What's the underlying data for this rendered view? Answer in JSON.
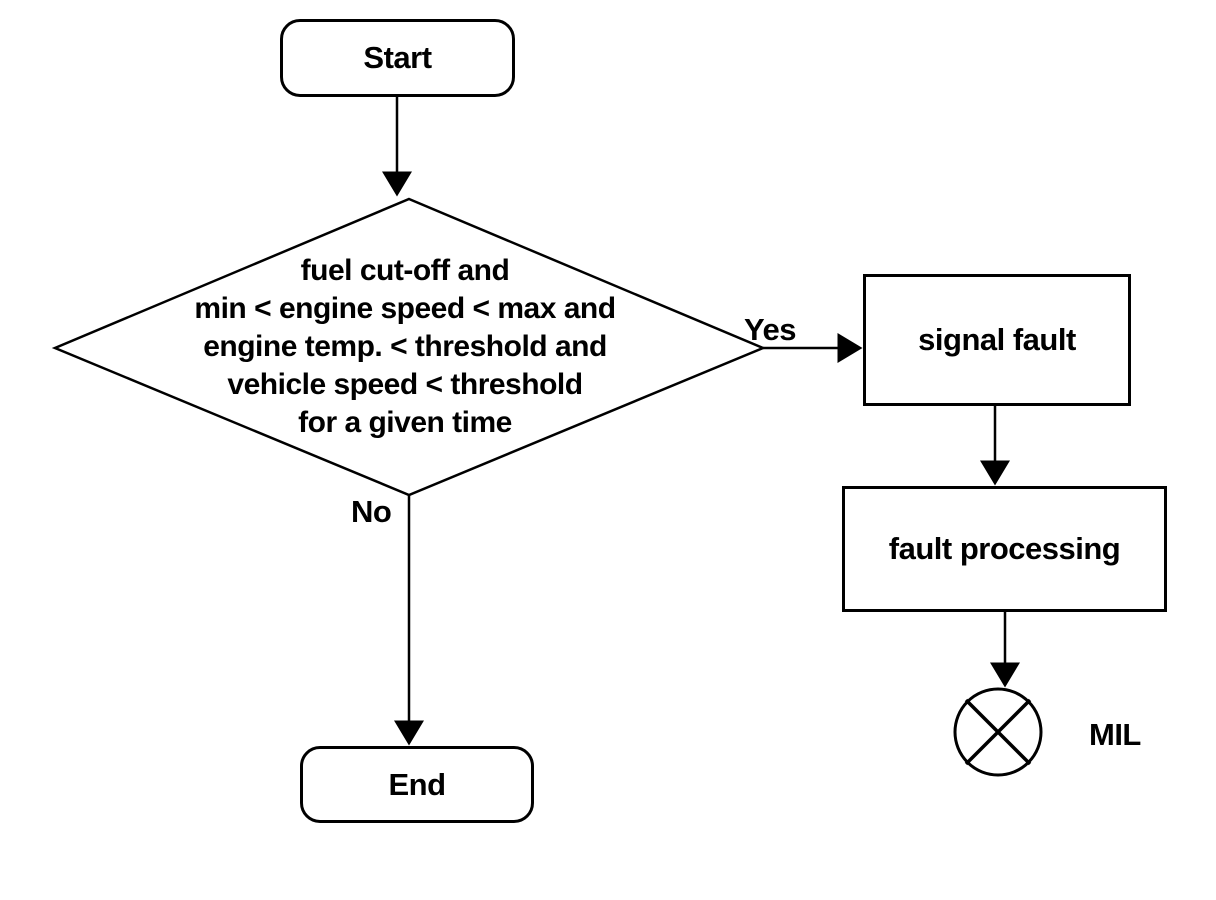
{
  "diagram": {
    "nodes": {
      "start": {
        "label": "Start",
        "shape": "terminator"
      },
      "decision": {
        "shape": "diamond",
        "lines": [
          "fuel cut-off and",
          "min < engine speed < max and",
          "engine temp. < threshold and",
          "vehicle speed < threshold",
          "for a given time"
        ]
      },
      "signal_fault": {
        "label": "signal fault",
        "shape": "process"
      },
      "fault_processing": {
        "label": "fault processing",
        "shape": "process"
      },
      "end": {
        "label": "End",
        "shape": "terminator"
      },
      "mil_lamp": {
        "label": "MIL",
        "shape": "lamp-indicator"
      }
    },
    "edges": {
      "yes_label": "Yes",
      "no_label": "No"
    },
    "colors": {
      "line": "#000000",
      "text": "#000000",
      "node_fill": "#ffffff",
      "background": "#ffffff"
    }
  }
}
